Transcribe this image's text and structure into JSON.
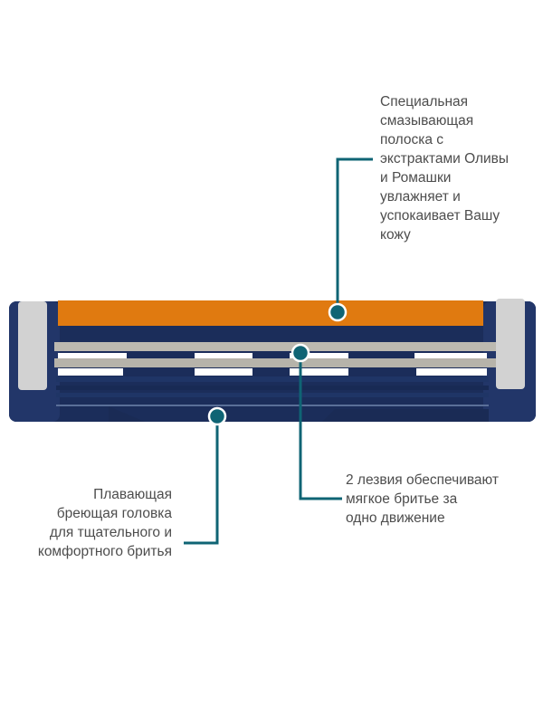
{
  "product": "razor-cartridge-diagram",
  "colors": {
    "leader_line": "#0f6474",
    "marker_fill": "#0f6474",
    "marker_ring": "#ffffff",
    "lubricating_strip": "#e07a10",
    "cartridge_body": "#1b2d5a",
    "blade": "#b9b6ad",
    "end_caps": "#c9c9c9"
  },
  "callouts": [
    {
      "id": "lubricating-strip",
      "lines": [
        "Специальная",
        "смазывающая",
        "полоска с",
        "экстрактами Оливы",
        "и Ромашки",
        "увлажняет и",
        "успокаивает Вашу",
        "кожу"
      ]
    },
    {
      "id": "floating-head",
      "lines": [
        "Плавающая",
        "бреющая головка",
        "для тщательного и",
        "комфортного бритья"
      ]
    },
    {
      "id": "two-blades",
      "lines": [
        "2 лезвия обеспечивают",
        "мягкое бритье за",
        "одно движение"
      ]
    }
  ]
}
